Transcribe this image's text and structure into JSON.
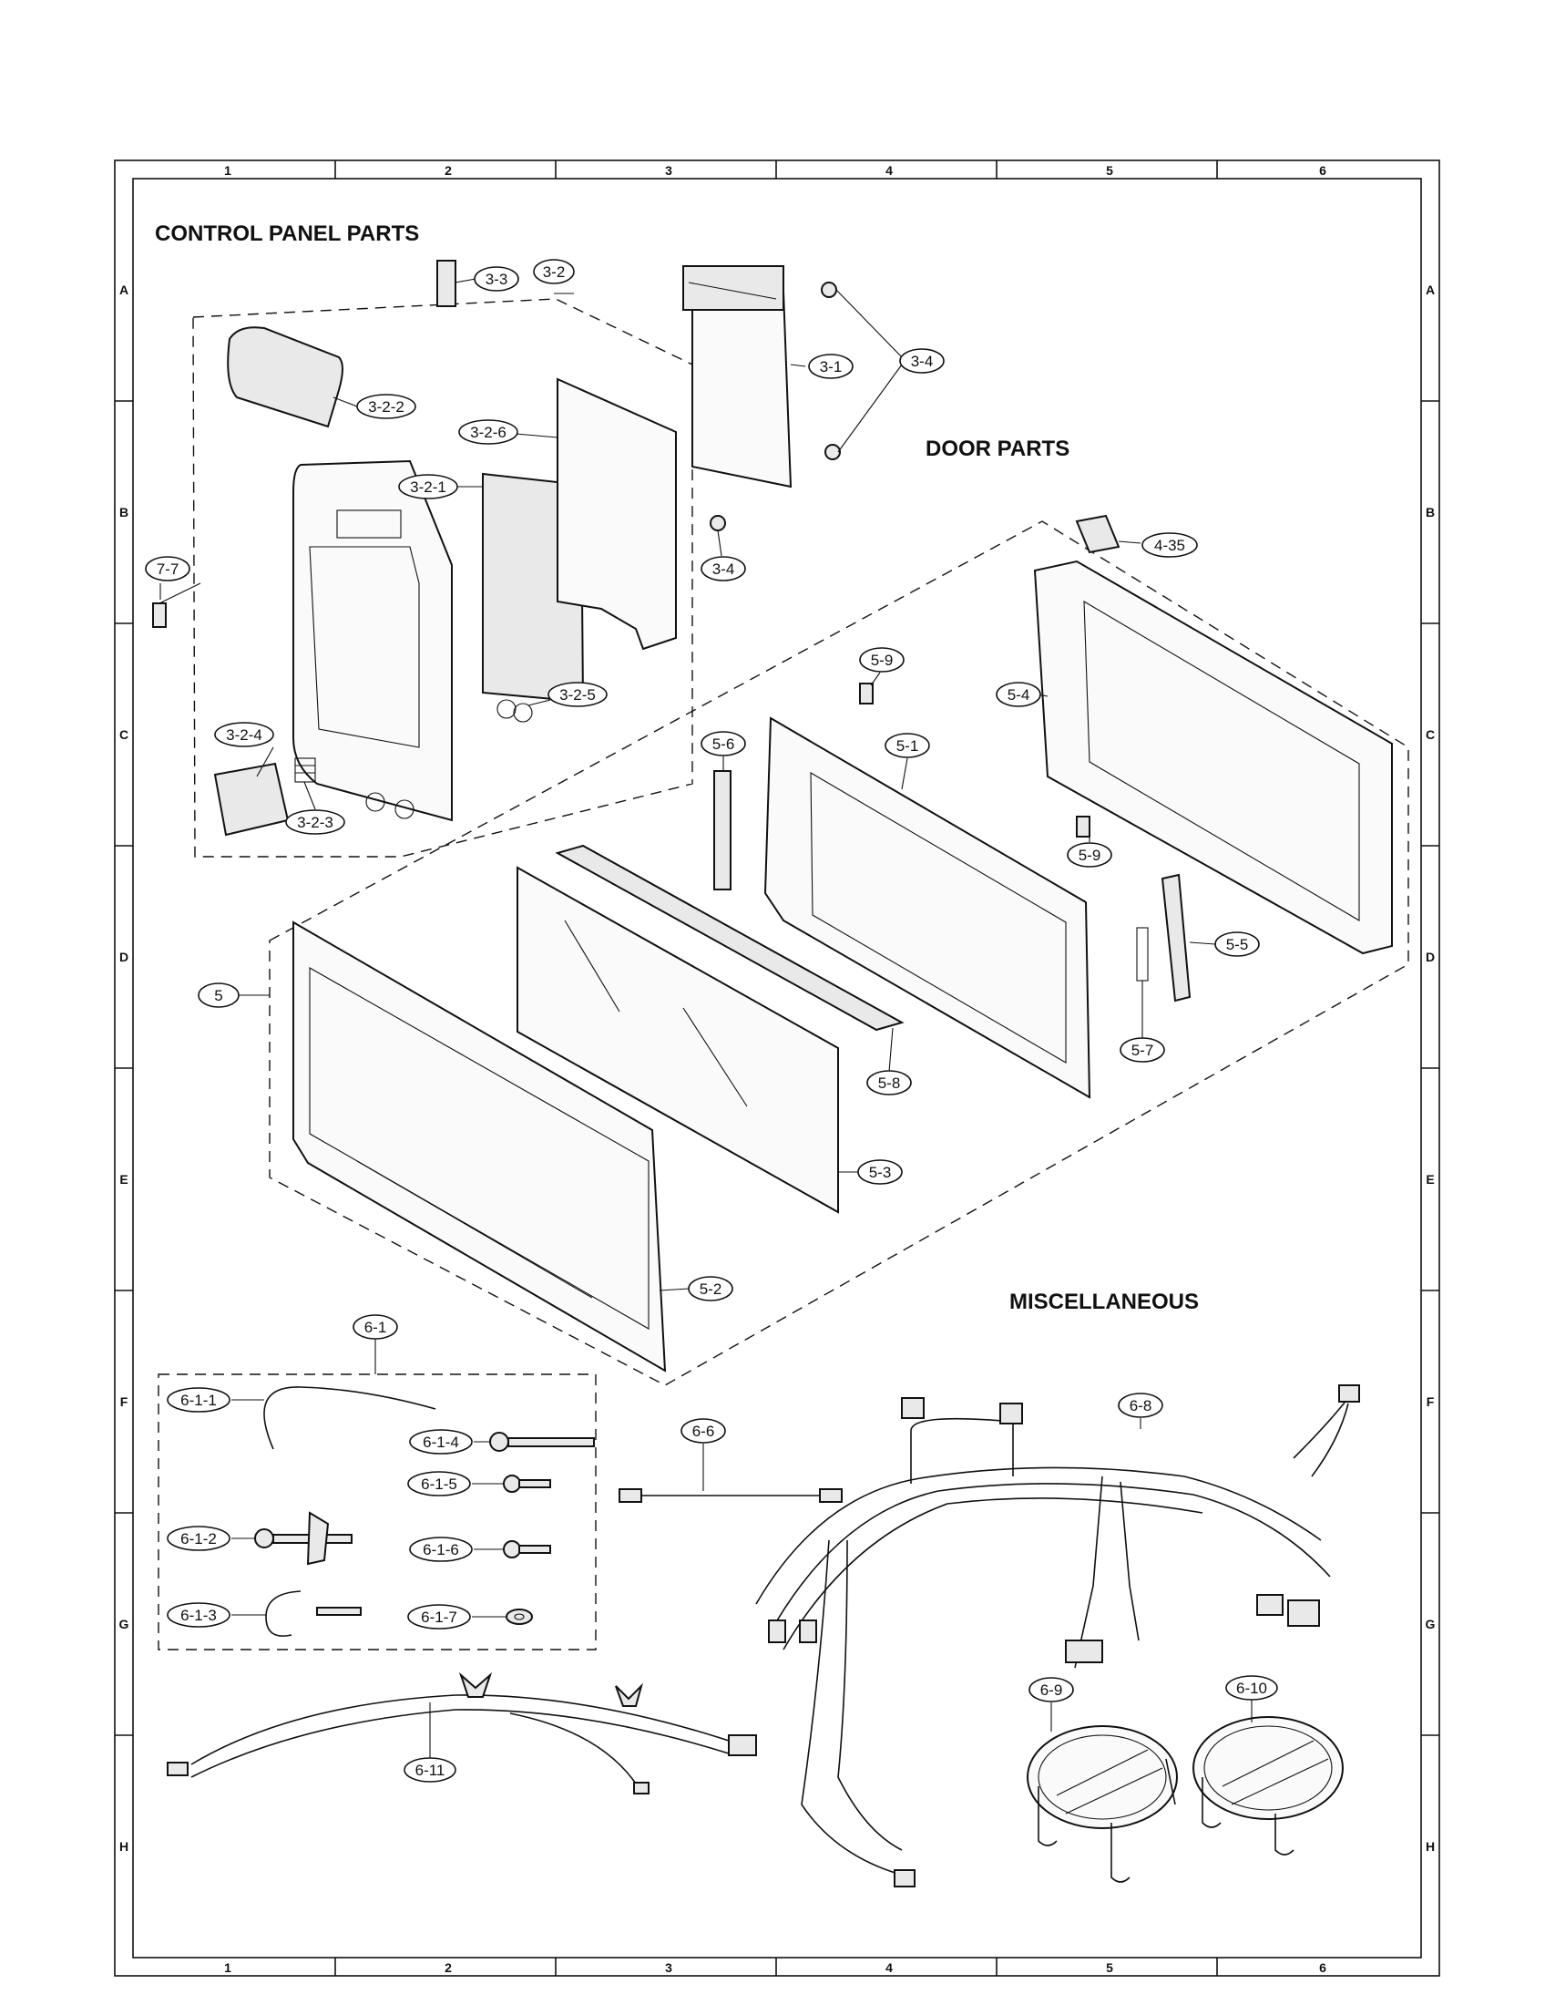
{
  "sections": {
    "control_panel": "CONTROL PANEL PARTS",
    "door": "DOOR PARTS",
    "misc": "MISCELLANEOUS"
  },
  "grid": {
    "cols": [
      "1",
      "2",
      "3",
      "4",
      "5",
      "6"
    ],
    "rows": [
      "A",
      "B",
      "C",
      "D",
      "E",
      "F",
      "G",
      "H"
    ]
  },
  "labels": {
    "p_3_3": "3-3",
    "p_3_2": "3-2",
    "p_3_2_2": "3-2-2",
    "p_3_1": "3-1",
    "p_3_4a": "3-4",
    "p_3_2_6": "3-2-6",
    "p_3_2_1": "3-2-1",
    "p_3_4b": "3-4",
    "p_7_7": "7-7",
    "p_4_35": "4-35",
    "p_3_2_5": "3-2-5",
    "p_5_9a": "5-9",
    "p_5_4": "5-4",
    "p_3_2_4": "3-2-4",
    "p_5_6": "5-6",
    "p_5_1": "5-1",
    "p_3_2_3": "3-2-3",
    "p_5_9b": "5-9",
    "p_5_5": "5-5",
    "p_5": "5",
    "p_5_7": "5-7",
    "p_5_8": "5-8",
    "p_5_3": "5-3",
    "p_5_2": "5-2",
    "p_6_1": "6-1",
    "p_6_8": "6-8",
    "p_6_1_1": "6-1-1",
    "p_6_6": "6-6",
    "p_6_1_4": "6-1-4",
    "p_6_1_5": "6-1-5",
    "p_6_1_2": "6-1-2",
    "p_6_1_6": "6-1-6",
    "p_6_1_3": "6-1-3",
    "p_6_1_7": "6-1-7",
    "p_6_9": "6-9",
    "p_6_10": "6-10",
    "p_6_11": "6-11"
  }
}
